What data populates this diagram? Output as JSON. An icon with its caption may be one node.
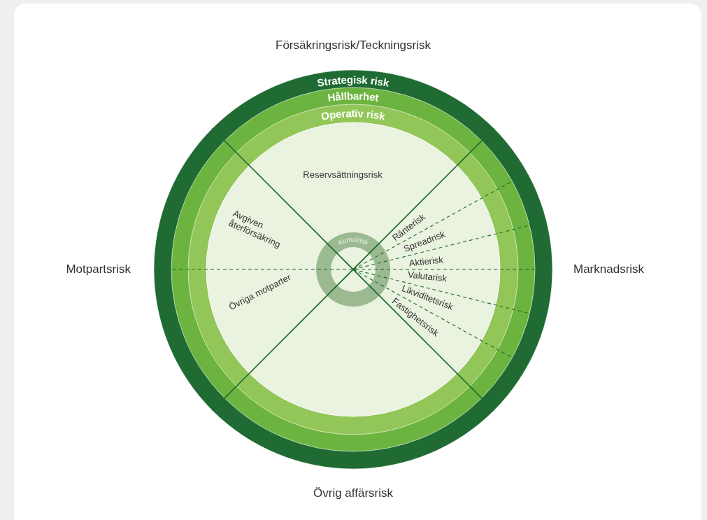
{
  "diagram": {
    "nodes": [
      {
        "text": [
          "Strategisk risk"
        ]
      },
      {
        "text": [
          "Hållbarhet"
        ],
        "in": 0
      },
      {
        "text": [
          "Operativ risk"
        ],
        "in": 1
      },
      {
        "text": [
          "Kumulrisk"
        ],
        "in": 2
      }
    ],
    "labels": [
      "Försäkringsrisk/Teckningsrisk",
      "Motpartsrisk",
      "Marknadsrisk",
      "Reservsättningsrisk",
      "Avgiven återförsäkring",
      "Övriga motparter",
      "Ränterisk",
      "Spreadrisk",
      "Aktierisk",
      "Valutarisk",
      "Likviditetsrisk",
      "Fastighetsrisk",
      "Övrig affärsrisk"
    ]
  }
}
